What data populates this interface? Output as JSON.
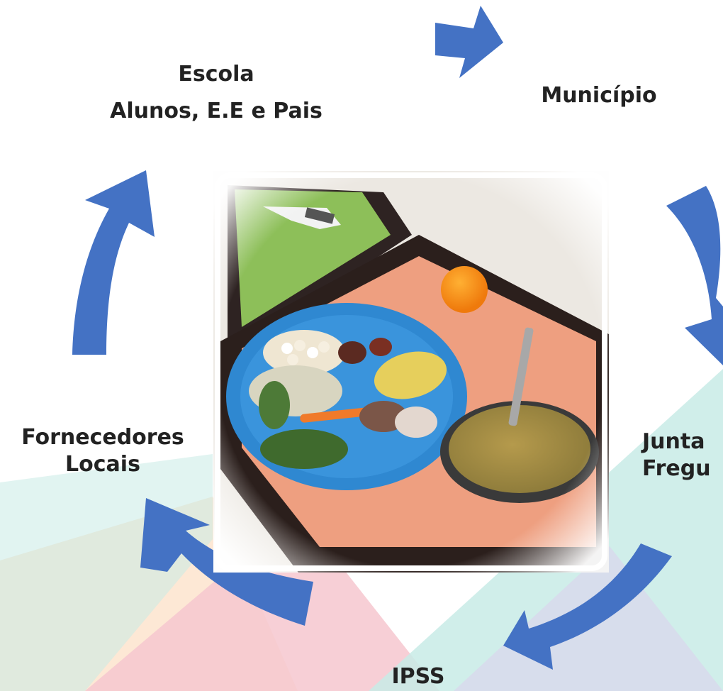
{
  "nodes": {
    "escola": {
      "line1": "Escola",
      "line2": "Alunos, E.E e Pais"
    },
    "municipio": {
      "line1": "Município"
    },
    "junta": {
      "line1": "Junta",
      "line2": "Fregu"
    },
    "ipss": {
      "line1": "IPSS"
    },
    "fornecedores": {
      "line1": "Fornecedores",
      "line2": "Locais"
    }
  },
  "colors": {
    "arrow": "#4472c4",
    "background_triangles": [
      "#f9d0c4",
      "#c8ebe6",
      "#fde8d5",
      "#f6c7cf"
    ]
  },
  "photo": {
    "subject": "school meal tray with plate, soup bowl and mandarin"
  }
}
